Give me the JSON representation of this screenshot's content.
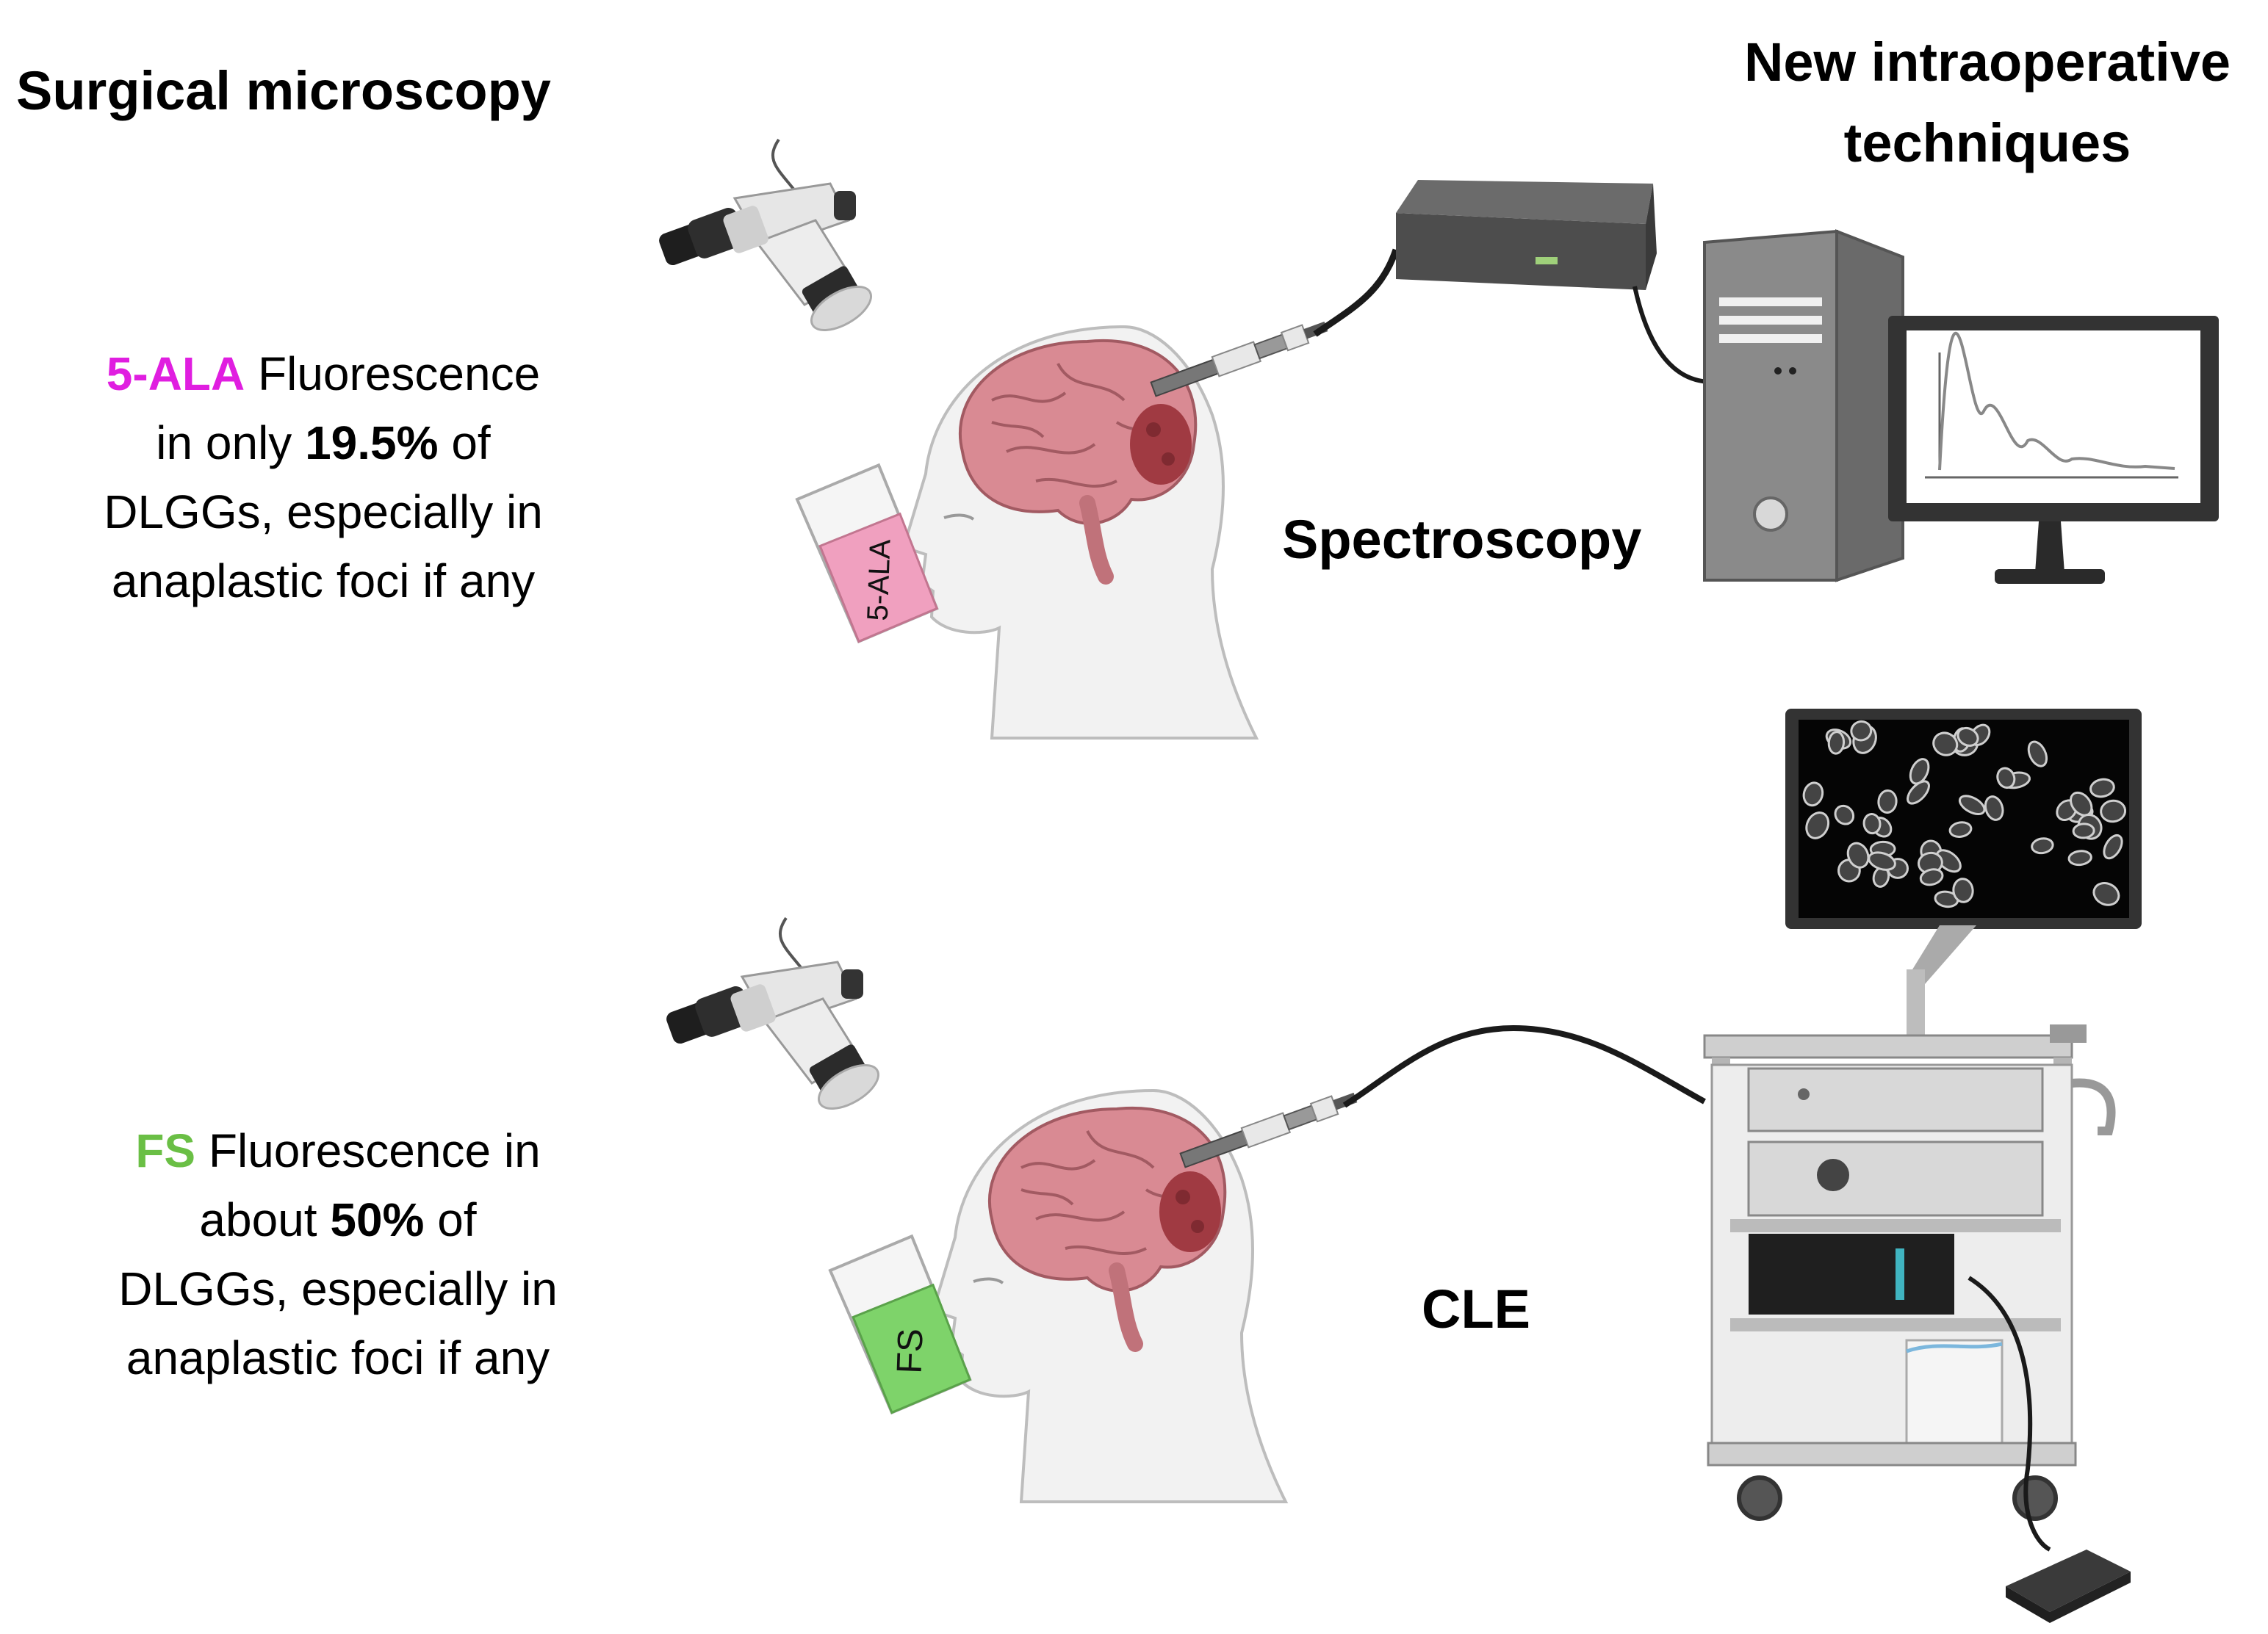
{
  "headings": {
    "left": "Surgical microscopy",
    "right": "New intraoperative techniques"
  },
  "captions": [
    {
      "agent": "5-ALA",
      "agent_color": "#e01ee0",
      "line1_rest": " Fluorescence",
      "line2_pre": "in only ",
      "value": "19.5%",
      "line2_post": " of",
      "line3": "DLGGs, especially in",
      "line4": "anaplastic foci if any"
    },
    {
      "agent": "FS",
      "agent_color": "#6abf45",
      "line1_rest": " Fluorescence in",
      "line2_pre": "about ",
      "value": "50%",
      "line2_post": " of",
      "line3": "DLGGs, especially in",
      "line4": "anaplastic foci if any"
    }
  ],
  "techniques": {
    "top": "Spectroscopy",
    "bottom": "CLE"
  },
  "cups": {
    "top": "5-ALA",
    "bottom": "FS"
  },
  "colors": {
    "cup_top": "#f0a0bf",
    "cup_bottom": "#7ed36a",
    "brain": "#d98a93",
    "tumor": "#a03a42",
    "device": "#5e5e5e",
    "monitor_frame": "#333333"
  },
  "icons": [
    "microscope-icon",
    "head-brain-icon",
    "tumor-icon",
    "drink-cup-icon",
    "probe-icon",
    "spectrometer-icon",
    "computer-tower-icon",
    "spectrum-monitor-icon",
    "cle-cart-icon",
    "cell-image-monitor-icon",
    "foot-pedal-icon"
  ]
}
